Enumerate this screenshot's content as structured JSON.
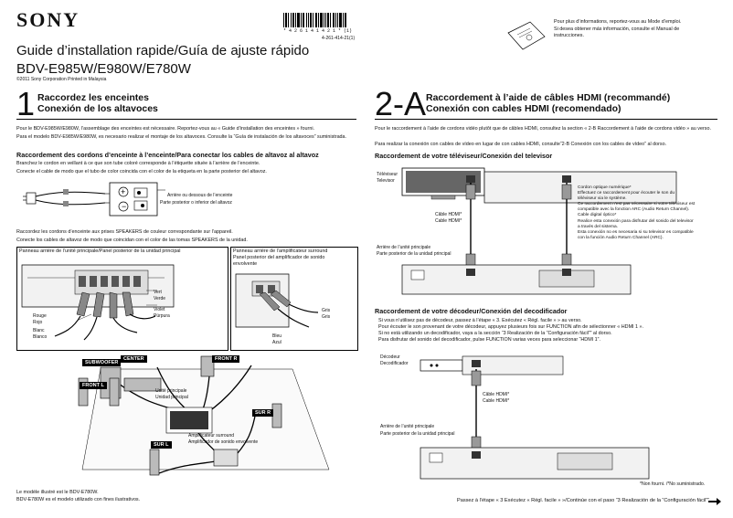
{
  "header": {
    "brand": "SONY",
    "title_line1": "Guide d’installation rapide/Guía de ajuste rápido",
    "title_line2": "BDV-E985W/E980W/E780W",
    "copyright": "©2011 Sony Corporation   Printed in Malaysia",
    "barcode_text": "* 4 2 6 1 4 1 4 2 1 * (1)",
    "part_number": "4-261-414-21(1)",
    "info_fr": "Pour plus d’informations, reportez-vous au Mode d’emploi.",
    "info_es": "Si desea obtener más información, consulte el Manual de instrucciones."
  },
  "section1": {
    "number": "1",
    "title_fr": "Raccordez les enceintes",
    "title_es": "Conexión de los altavoces",
    "intro_fr": "Pour le BDV-E985W/E980W, l’assemblage des enceintes est nécessaire. Reportez-vous au « Guide d’installation des enceintes » fourni.",
    "intro_es": "Para el modelo BDV-E985W/E980W, es necesario realizar el montaje de los altavoces. Consulte la “Guía de instalación de los altavoces” suministrada.",
    "sub_title": "Raccordement des cordons d’enceinte à l’enceinte/Para conectar los cables de altavoz al altavoz",
    "sub_fr": "Branchez le cordon en veillant à ce que son tube coloré corresponde à l’étiquette située à l’arrière de l’enceinte.",
    "sub_es": "Conecte el cable de modo que el tubo de color coincida con el color de la etiqueta en la parte posterior del altavoz.",
    "rear_label_fr": "Arrière ou dessous de l’enceinte",
    "rear_label_es": "Parte posterior o inferior del altavoz",
    "connect_fr": "Raccordez les cordons d’enceinte aux prises SPEAKERS de couleur correspondante sur l’appareil.",
    "connect_es": "Conecte los cables de altavoz de modo que coincidan con el color de las tomas SPEAKERS de la unidad.",
    "panel_main": "Panneau arrière de l’unité principale/Panel posterior de la unidad principal",
    "panel_surround_l1": "Panneau arrière de l’amplificateur surround",
    "panel_surround_l2": "Panel posterior del amplificador de sonido",
    "panel_surround_l3": "envolvente",
    "colors": [
      "Vert",
      "Verde",
      "Violet",
      "Púrpura",
      "Rouge",
      "Rojo",
      "Blanc",
      "Blanco",
      "Gris",
      "Gris",
      "Bleu",
      "Azul"
    ],
    "speakers": {
      "subwoofer": "SUBWOOFER",
      "center": "CENTER",
      "front_r": "FRONT R",
      "front_l": "FRONT L",
      "sur_r": "SUR R",
      "sur_l": "SUR L"
    },
    "unit_fr": "Unité principale",
    "unit_es": "Unidad principal",
    "amp_fr": "Amplificateur surround",
    "amp_es": "Amplificador de sonido envolvente",
    "footer_fr": "Le modèle illustré est le BDV-E780W.",
    "footer_es": "BDV-E780W es el modelo utilizado con fines ilustrativos."
  },
  "section2": {
    "number": "2-A",
    "title_fr": "Raccordement à l’aide de câbles HDMI (recommandé)",
    "title_es": "Conexión con cables HDMI (recomendado)",
    "intro_fr": "Pour le raccordement à l’aide de cordons vidéo plutôt que de câbles HDMI, consultez la section « 2-B Raccordement à l’aide de cordons vidéo » au verso.",
    "intro_es": "Para realizar la conexión con cables de vídeo en lugar de con cables HDMI, consulte“2-B Conexión con los cables de vídeo” al dorso.",
    "tv_title": "Raccordement de votre téléviseur/Conexión del televisor",
    "tv_fr": "Téléviseur",
    "tv_es": "Televisor",
    "hdmi_fr": "Câble HDMI*",
    "hdmi_es": "Cable HDMI*",
    "optical_lines": [
      "Cordon optique numérique*",
      "Effectuez ce raccordement pour écouter le son du",
      "téléviseur via le système.",
      "Ce raccordement n’est pas nécessaire si votre téléviseur est",
      "compatible avec la fonction ARC (Audio Return Channel).",
      "Cable digital óptico*",
      "Realice esta conexión para disfrutar del sonido del televisor",
      "a través del sistema.",
      "Esta conexión no es necesaria si su televisor es compatible",
      "con la función Audio Return Channel (ARC)."
    ],
    "rear_fr": "Arrière de l’unité principale",
    "rear_es": "Parte posterior de la unidad principal",
    "decoder_title": "Raccordement de votre décodeur/Conexión del decodificador",
    "decoder_lines": [
      "Si vous n’utilisez pas de décodeur, passez à l’étape « 3. Exécutez « Régl. facile » » au verso.",
      "Pour écouter le son provenant de votre décodeur, appuyez plusieurs fois sur FUNCTION afin de sélectionner « HDMI 1 ».",
      "Si no está utilizando un decodificador, vaya a la sección “3 Realización de la “Configuración fácil”” al dorso.",
      "Para disfrutar del sonido del decodificador, pulse FUNCTION varias veces para seleccionar “HDMI 1”."
    ],
    "decoder_fr": "Décodeur",
    "decoder_es": "Decodificador",
    "not_supplied": "*Non fourni. /*No suministrado.",
    "next_step": "Passez à l’étape « 3 Exécutez « Régl. facile » »/Continúe con el paso “3 Realización de la “Configuración fácil””"
  }
}
